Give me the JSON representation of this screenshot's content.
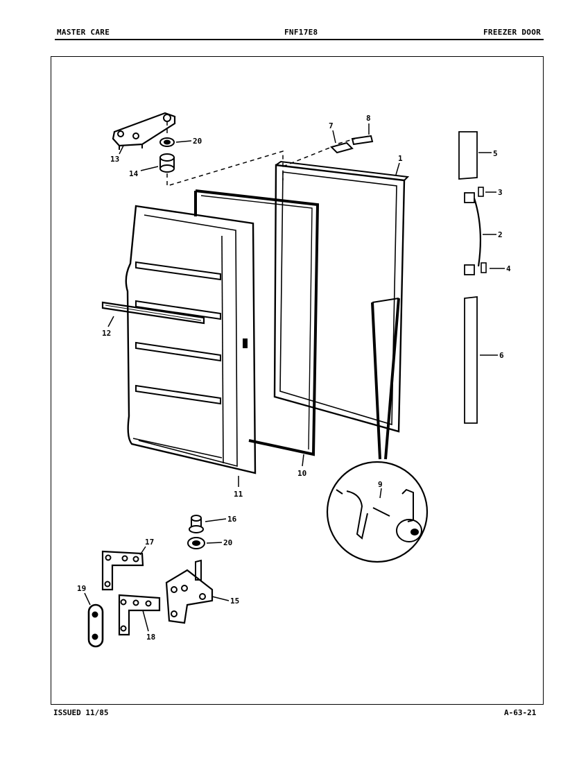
{
  "header": {
    "left": "MASTER CARE",
    "center": "FNF17E8",
    "right": "FREEZER DOOR"
  },
  "footer": {
    "issued": "ISSUED 11/85",
    "page_code": "A-63-21"
  },
  "callouts": {
    "c1": "1",
    "c2": "2",
    "c3": "3",
    "c4": "4",
    "c5": "5",
    "c6": "6",
    "c7": "7",
    "c8": "8",
    "c9": "9",
    "c10": "10",
    "c11": "11",
    "c12": "12",
    "c13": "13",
    "c14": "14",
    "c15": "15",
    "c16": "16",
    "c17": "17",
    "c18": "18",
    "c19": "19",
    "c20a": "20",
    "c20b": "20"
  }
}
